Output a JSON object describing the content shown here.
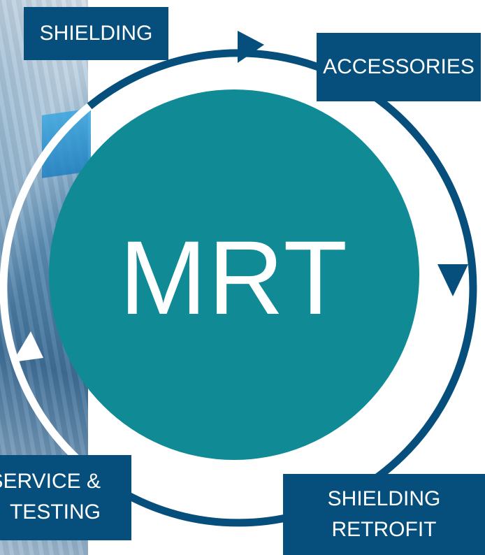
{
  "center": {
    "label": "MRT"
  },
  "stages": [
    {
      "label": "SHIELDING"
    },
    {
      "label": "ACCESSORIES"
    },
    {
      "label_line1": "SERVICE &",
      "label_line2": "TESTING"
    },
    {
      "label_line1": "SHIELDING",
      "label_line2": "RETROFIT"
    }
  ],
  "colors": {
    "hub": "#108b96",
    "box": "#064f7c",
    "ring": "#064f7c",
    "ring_left": "#ffffff"
  }
}
